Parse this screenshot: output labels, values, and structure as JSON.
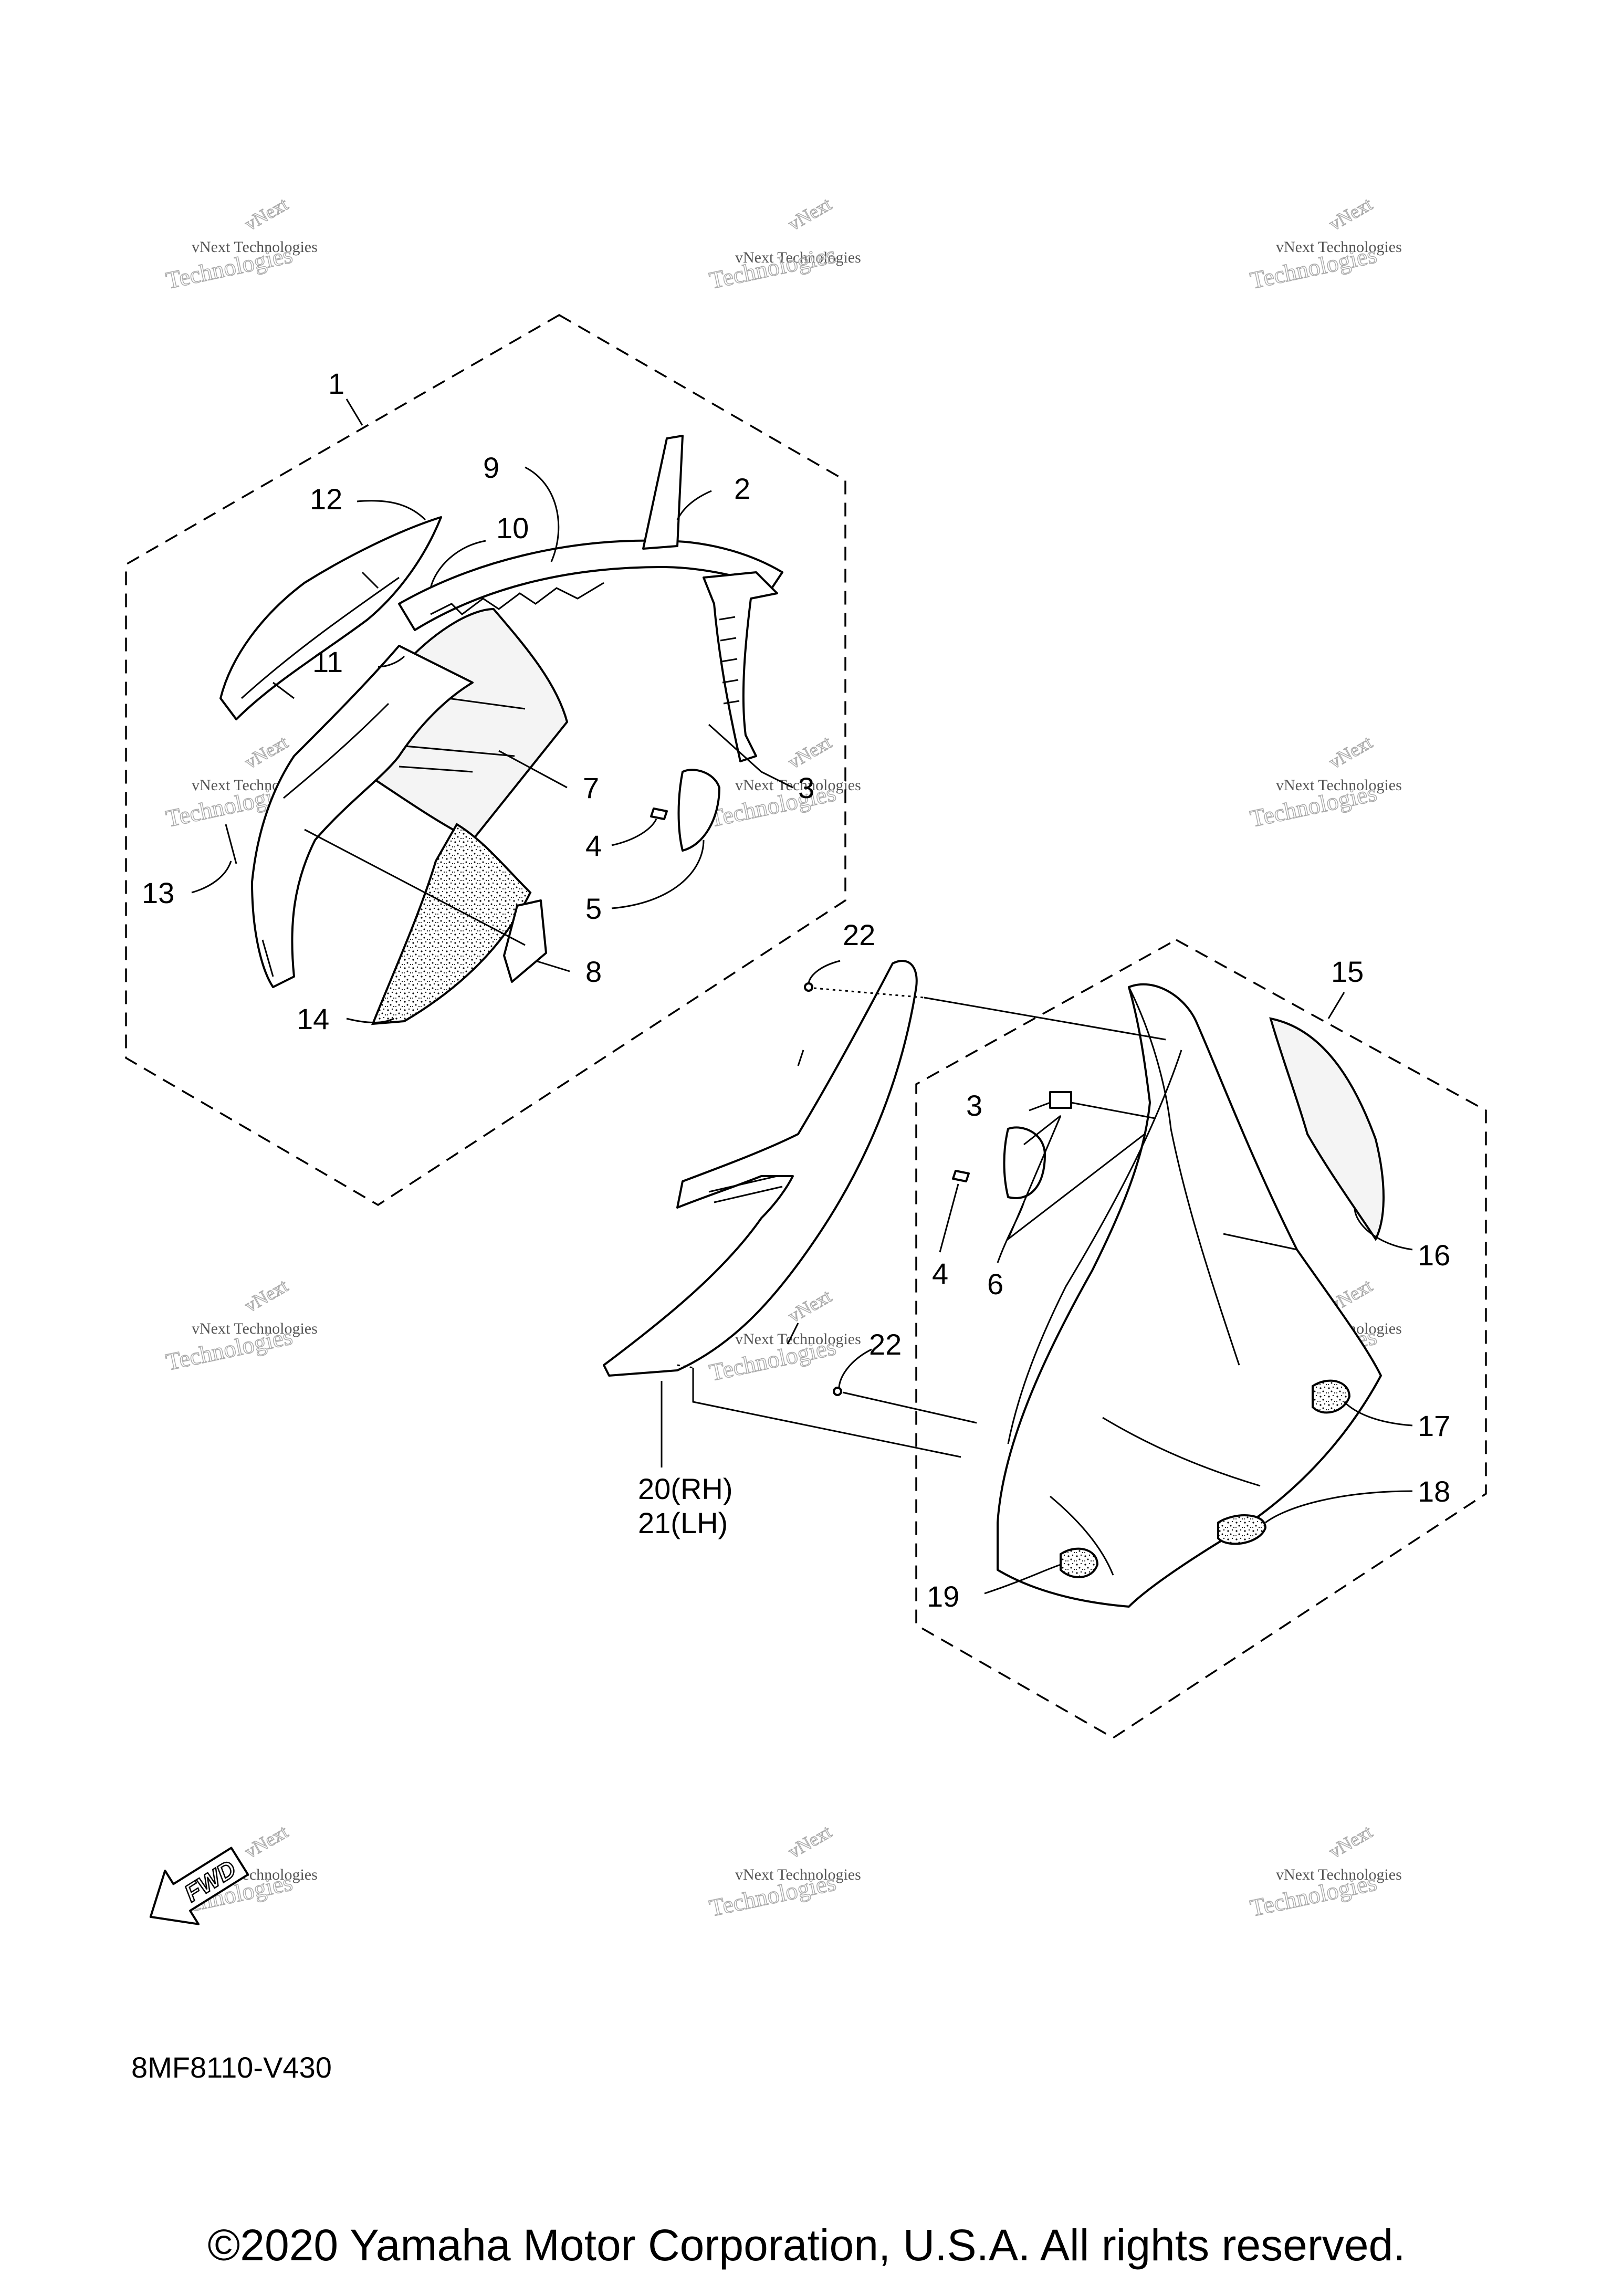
{
  "diagram": {
    "callouts": {
      "c1": "1",
      "c2": "2",
      "c3a": "3",
      "c4a": "4",
      "c5": "5",
      "c7": "7",
      "c8": "8",
      "c9": "9",
      "c10": "10",
      "c11": "11",
      "c12": "12",
      "c13": "13",
      "c14": "14",
      "c15": "15",
      "c16": "16",
      "c17": "17",
      "c18": "18",
      "c19": "19",
      "c20": "20(RH)",
      "c21": "21(LH)",
      "c22a": "22",
      "c22b": "22",
      "c3b": "3",
      "c4b": "4",
      "c6": "6"
    },
    "fwd_label": "FWD",
    "diagram_code": "8MF8110-V430"
  },
  "watermark": {
    "line1": "vNext Technologies",
    "line2": "vNext",
    "line3": "Technologies"
  },
  "footer": {
    "copyright": "©2020 Yamaha Motor Corporation, U.S.A. All rights reserved."
  }
}
